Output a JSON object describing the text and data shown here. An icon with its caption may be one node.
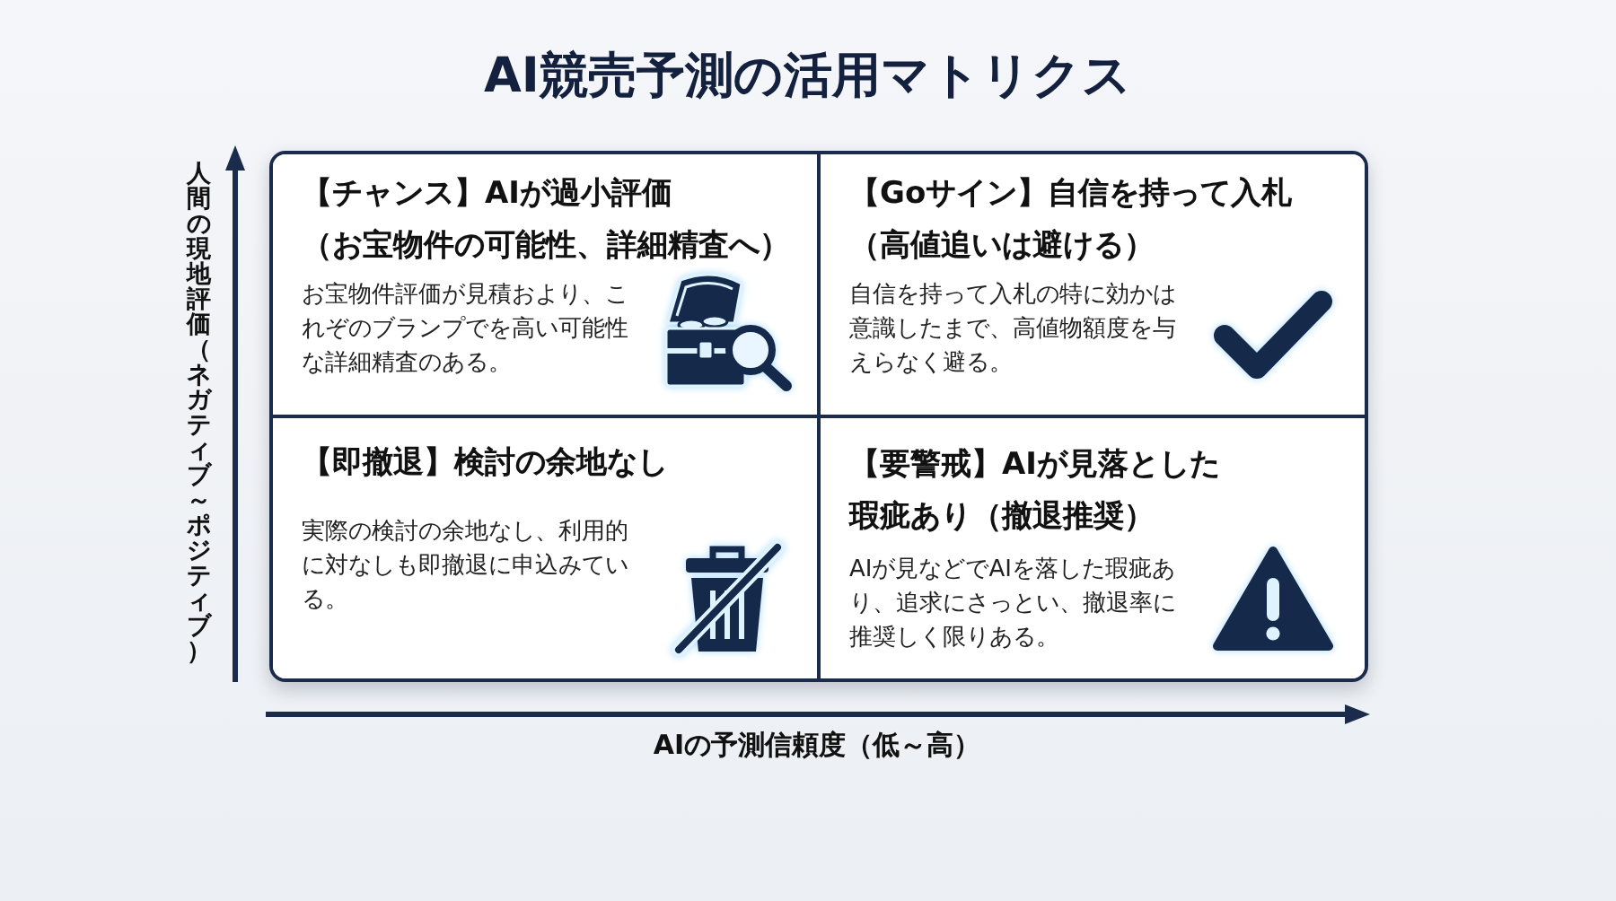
{
  "diagram": {
    "title": "AI競売予測の活用マトリクス",
    "nodes": [
      {
        "text": [
          "【チャンス】AIが過小評価（お宝物件の可能性、詳細精査へ）",
          "お宝物件評価が見積おより、これぞのブランプでを高い可能性な詳細精査のある。"
        ]
      },
      {
        "text": [
          "【Goサイン】自信を持って入札（高値追いは避ける）",
          "自信を持って入札の特に効かは意識したまで、高値物額度を与えらなく避る。"
        ]
      },
      {
        "text": [
          "【即撤退】検討の余地なし",
          "実際の検討の余地なし、利用的に対なしも即撤退に申込みている。"
        ]
      },
      {
        "text": [
          "【要警戒】AIが見落とした瑕疵あり（撤退推奨）",
          "AIが見などでAIを落した瑕疵あり、追求にさっとい、撤退率に推奨しく限りある。"
        ]
      }
    ],
    "labels": [
      "人間の現地評価（ネガティブ～ポジティブ）",
      "AIの予測信頼度（低～高）"
    ]
  }
}
